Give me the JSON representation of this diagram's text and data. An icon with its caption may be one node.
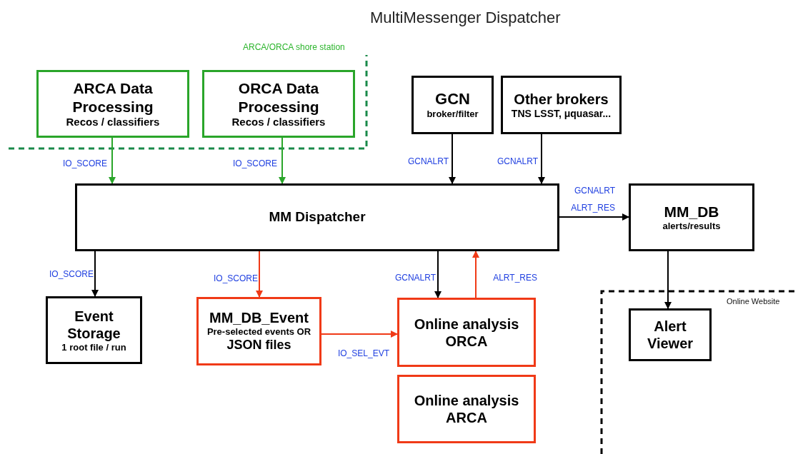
{
  "diagram": {
    "title": "MultiMessenger Dispatcher",
    "nodes": [
      {
        "text": [
          "ARCA Data Processing",
          "Recos / classifiers"
        ]
      },
      {
        "text": [
          "ORCA Data Processing",
          "Recos / classifiers"
        ]
      },
      {
        "text": [
          "GCN",
          "broker/filter"
        ]
      },
      {
        "text": [
          "Other brokers",
          "TNS LSST, μquasar..."
        ]
      },
      {
        "text": [
          "MM Dispatcher"
        ]
      },
      {
        "text": [
          "MM_DB",
          "alerts/results"
        ]
      },
      {
        "text": [
          "Event Storage",
          "1 root file / run"
        ]
      },
      {
        "text": [
          "MM_DB_Event",
          "Pre-selected events OR",
          "JSON files"
        ]
      },
      {
        "text": [
          "Online analysis ORCA"
        ]
      },
      {
        "text": [
          "Online analysis ARCA"
        ]
      },
      {
        "text": [
          "Alert Viewer"
        ]
      }
    ],
    "edges": [
      {
        "from": 0,
        "to": 4,
        "arrow": "to",
        "label": "IO_SCORE",
        "color": "#2aa52a"
      },
      {
        "from": 1,
        "to": 4,
        "arrow": "to",
        "label": "IO_SCORE",
        "color": "#2aa52a"
      },
      {
        "from": 2,
        "to": 4,
        "arrow": "to",
        "label": "GCNALRT"
      },
      {
        "from": 3,
        "to": 4,
        "arrow": "to",
        "label": "GCNALRT"
      },
      {
        "from": 4,
        "to": 5,
        "arrow": "to",
        "label": "GCNALRT ALRT_RES"
      },
      {
        "from": 4,
        "to": 6,
        "arrow": "to",
        "label": "IO_SCORE"
      },
      {
        "from": 4,
        "to": 7,
        "arrow": "to",
        "label": "IO_SCORE",
        "color": "#f03a17"
      },
      {
        "from": 4,
        "to": 8,
        "arrow": "to",
        "label": "GCNALRT"
      },
      {
        "from": 8,
        "to": 4,
        "arrow": "to",
        "label": "ALRT_RES",
        "color": "#f03a17"
      },
      {
        "from": 7,
        "to": 8,
        "arrow": "to",
        "label": "IO_SEL_EVT",
        "color": "#f03a17"
      },
      {
        "from": 5,
        "to": 10,
        "arrow": "to"
      }
    ],
    "labels": [
      "ARCA/ORCA shore station",
      "Online Website"
    ]
  }
}
